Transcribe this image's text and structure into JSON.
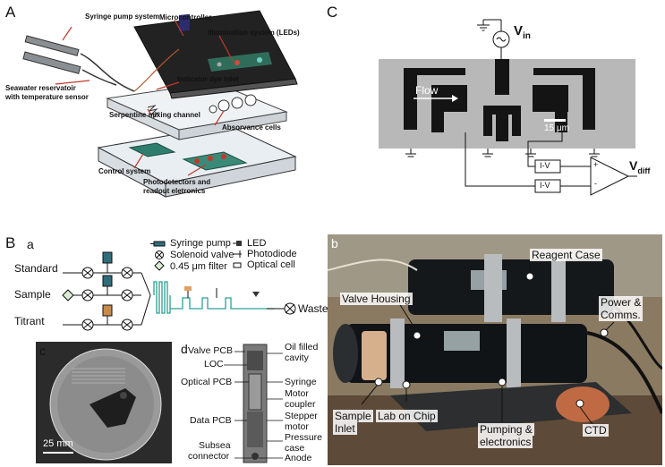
{
  "panel_a": {
    "letter": "A",
    "labels": {
      "syringe_pump": "Syringe pump system",
      "microcontroller": "Microcontroller",
      "illumination": "Illumination system (LEDs)",
      "indicator": "Indicator dye inlet",
      "seawater": "Seawater reservatoir",
      "seawater2": "with temperature  sensor",
      "serpentine": "Serpentine mixing channel",
      "absorbance": "Absorvance cells",
      "control": "Control system",
      "photodetectors": "Photodetectors and",
      "photodetectors2": "readout eletronics"
    }
  },
  "panel_c_top": {
    "letter": "C",
    "vin": "V",
    "vin_sub": "in",
    "flow": "Flow",
    "scale": "15 μm",
    "iv1": "I-V",
    "iv2": "I-V",
    "plus": "+",
    "minus": "-",
    "vdiff": "V",
    "vdiff_sub": "diff"
  },
  "panel_b": {
    "letter": "B",
    "sub_a": "a",
    "sub_b": "b",
    "sub_c": "c",
    "sub_d": "d",
    "legend": {
      "syringe": "Syringe pump",
      "solenoid": "Solenoid valve",
      "filter": "0.45 μm filter",
      "led": "LED",
      "photodiode": "Photodiode",
      "optical_cell": "Optical cell"
    },
    "inputs": [
      "Standard",
      "Sample",
      "Titrant"
    ],
    "waste": "Waste",
    "c_scale": "25 mm",
    "d_labels": {
      "valve_pcb": "Valve PCB",
      "loc": "LOC",
      "optical_pcb": "Optical PCB",
      "data_pcb": "Data PCB",
      "subsea": "Subsea",
      "subsea2": "connector",
      "oil": "Oil filled",
      "oil2": "cavity",
      "syringe": "Syringe",
      "motor": "Motor",
      "motor2": "coupler",
      "stepper": "Stepper",
      "stepper2": "motor",
      "pressure": "Pressure",
      "pressure2": "case",
      "anode": "Anode"
    },
    "photo_labels": {
      "reagent": "Reagent Case",
      "valve_housing": "Valve Housing",
      "power": "Power &",
      "power2": "Comms.",
      "sample": "Sample",
      "sample2": "Inlet",
      "lab": "Lab on Chip",
      "pumping": "Pumping &",
      "pumping2": "electronics",
      "ctd": "CTD"
    }
  }
}
